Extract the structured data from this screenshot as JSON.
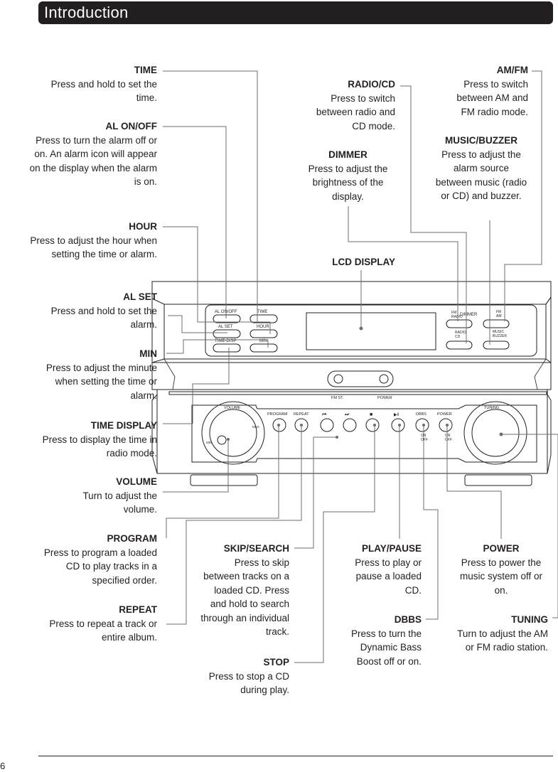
{
  "header": {
    "title": "Introduction"
  },
  "labels": {
    "time": {
      "title": "TIME",
      "desc": "Press and hold to set the time."
    },
    "al_onoff": {
      "title": "AL ON/OFF",
      "desc": "Press to turn the alarm off or on. An alarm icon will appear on the display when the alarm is on."
    },
    "hour": {
      "title": "HOUR",
      "desc": "Press to adjust the hour when setting the time or alarm."
    },
    "al_set": {
      "title": "AL SET",
      "desc": "Press and hold to set the alarm."
    },
    "min": {
      "title": "MIN",
      "desc": "Press to adjust the minute when setting the time or alarm."
    },
    "time_display": {
      "title": "TIME DISPLAY",
      "desc": "Press to display the time in radio mode."
    },
    "volume": {
      "title": "VOLUME",
      "desc": "Turn to adjust the volume."
    },
    "program": {
      "title": "PROGRAM",
      "desc": "Press to program a loaded CD to play tracks in a specified order."
    },
    "repeat": {
      "title": "REPEAT",
      "desc": "Press to repeat a track or entire album."
    },
    "radio_cd": {
      "title": "RADIO/CD",
      "desc": "Press to switch between radio and CD mode."
    },
    "dimmer": {
      "title": "DIMMER",
      "desc": "Press to adjust the brightness of the display."
    },
    "am_fm": {
      "title": "AM/FM",
      "desc": "Press to switch between AM and FM radio mode."
    },
    "music_buzzer": {
      "title": "MUSIC/BUZZER",
      "desc": "Press to adjust the alarm source between music (radio or CD) and buzzer."
    },
    "lcd_display": {
      "title": "LCD DISPLAY"
    },
    "skip_search": {
      "title": "SKIP/SEARCH",
      "desc": "Press to skip between tracks on a loaded CD. Press and hold to search through an individual track."
    },
    "stop": {
      "title": "STOP",
      "desc": "Press to stop a CD during play."
    },
    "play_pause": {
      "title": "PLAY/PAUSE",
      "desc": "Press to play or pause a loaded CD."
    },
    "dbbs": {
      "title": "DBBS",
      "desc": "Press to turn the Dynamic Bass Boost off or on."
    },
    "power": {
      "title": "POWER",
      "desc": "Press to power the music system off or on."
    },
    "tuning": {
      "title": "TUNING",
      "desc": "Turn to adjust the AM or FM radio station."
    }
  },
  "device": {
    "btn_al_onoff": "AL ON/OFF",
    "btn_time": "TIME",
    "btn_al_set": "AL SET",
    "btn_hour": "HOUR",
    "btn_time_disp": "TIME-DISP",
    "btn_min": "MIN",
    "btn_fm_radio_line1": "FM",
    "btn_fm_radio_line2": "RADIO",
    "btn_dimmer": "DIMMER",
    "btn_radio": "RADIO",
    "btn_cd": "CD",
    "btn_fm": "FM",
    "btn_am": "AM",
    "btn_music": "MUSIC",
    "btn_buzzer": "BUZZER",
    "fm_st": "FM ST.",
    "power_led": "POWER",
    "volume_knob": "VOLUME",
    "tuning_knob": "TUNING",
    "btn_program": "PROGRAM",
    "btn_repeat": "REPEAT",
    "btn_prev": "⏮",
    "btn_next": "⏭",
    "btn_stop": "■",
    "btn_play": "▶‖",
    "btn_dbbs": "DBBS",
    "btn_power": "POWER",
    "on": "ON",
    "off": "OFF",
    "min_mark": "MIN",
    "max_mark": "MAX"
  },
  "footer": {
    "page_number": "6"
  }
}
